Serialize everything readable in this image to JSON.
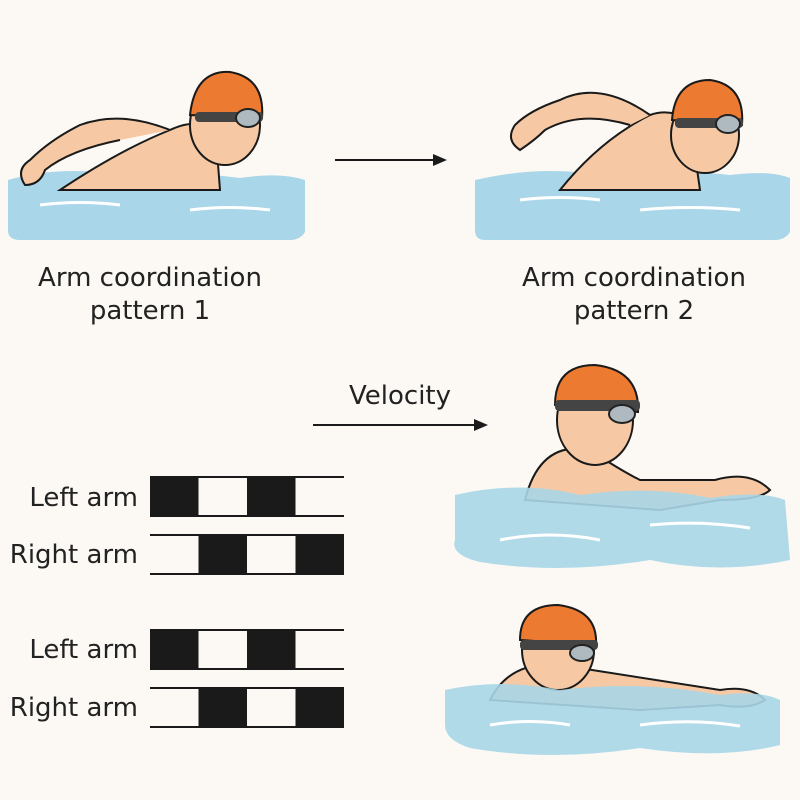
{
  "labels": {
    "pattern1_line1": "Arm coordination",
    "pattern1_line2": "pattern 1",
    "pattern2_line1": "Arm coordination",
    "pattern2_line2": "pattern 2",
    "velocity": "Velocity"
  },
  "timing_groups": [
    {
      "rows": [
        {
          "label": "Left arm",
          "pattern": [
            1,
            0,
            1,
            0
          ]
        },
        {
          "label": "Right arm",
          "pattern": [
            0,
            1,
            0,
            1
          ]
        }
      ]
    },
    {
      "rows": [
        {
          "label": "Left arm",
          "pattern": [
            1,
            0,
            1,
            0
          ]
        },
        {
          "label": "Right arm",
          "pattern": [
            0,
            1,
            0,
            1
          ]
        }
      ]
    }
  ],
  "colors": {
    "water": "#a9d6e8",
    "skin": "#f6c9a4",
    "cap": "#ec7a30",
    "ink": "#1a1a1a"
  }
}
